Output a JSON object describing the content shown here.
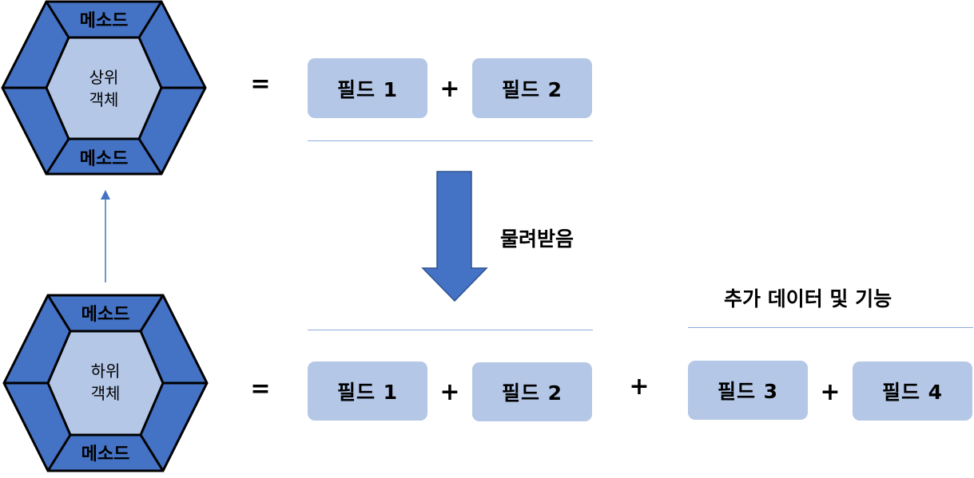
{
  "parent": {
    "center_line1": "상위",
    "center_line2": "객체",
    "method_top": "메소드",
    "method_bottom": "메소드"
  },
  "child": {
    "center_line1": "하위",
    "center_line2": "객체",
    "method_top": "메소드",
    "method_bottom": "메소드"
  },
  "top_row": {
    "equals": "=",
    "fields": [
      "필드 1",
      "필드 2"
    ],
    "plus": "+"
  },
  "bottom_row": {
    "equals": "=",
    "fields": [
      "필드 1",
      "필드 2",
      "필드 3",
      "필드 4"
    ],
    "plus": [
      "+",
      "+",
      "+"
    ]
  },
  "inherit_label": "물려받음",
  "extra_label": "추가 데이터 및 기능",
  "colors": {
    "hex_outer": "#4472c4",
    "hex_inner": "#b4c7e7",
    "hex_stroke": "#000000",
    "field_fill": "#b4c7e7",
    "rule": "#8faadc",
    "arrow": "#4472c4"
  }
}
